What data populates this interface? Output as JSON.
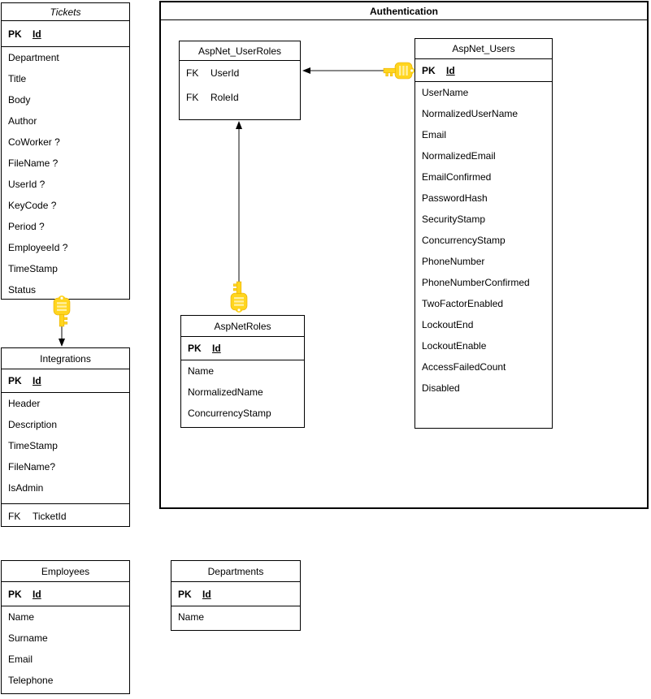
{
  "container": {
    "title": "Authentication"
  },
  "tables": {
    "tickets": {
      "title": "Tickets",
      "pk": {
        "label": "PK",
        "field": "Id"
      },
      "fields": [
        "Department",
        "Title",
        "Body",
        "Author",
        "CoWorker ?",
        "FileName ?",
        "UserId ?",
        "KeyCode ?",
        "Period ?",
        "EmployeeId ?",
        "TimeStamp",
        "Status"
      ]
    },
    "integrations": {
      "title": "Integrations",
      "pk": {
        "label": "PK",
        "field": "Id"
      },
      "fields": [
        "Header",
        "Description",
        "TimeStamp",
        "FileName?",
        "IsAdmin"
      ],
      "fk": {
        "label": "FK",
        "field": "TicketId"
      }
    },
    "employees": {
      "title": "Employees",
      "pk": {
        "label": "PK",
        "field": "Id"
      },
      "fields": [
        "Name",
        "Surname",
        "Email",
        "Telephone"
      ]
    },
    "departments": {
      "title": "Departments",
      "pk": {
        "label": "PK",
        "field": "Id"
      },
      "fields": [
        "Name"
      ]
    },
    "aspnet_userroles": {
      "title": "AspNet_UserRoles",
      "fks": [
        {
          "label": "FK",
          "field": "UserId"
        },
        {
          "label": "FK",
          "field": "RoleId"
        }
      ]
    },
    "aspnet_users": {
      "title": "AspNet_Users",
      "pk": {
        "label": "PK",
        "field": "Id"
      },
      "fields": [
        "UserName",
        "NormalizedUserName",
        "Email",
        "NormalizedEmail",
        "EmailConfirmed",
        "PasswordHash",
        "SecurityStamp",
        "ConcurrencyStamp",
        "PhoneNumber",
        "PhoneNumberConfirmed",
        "TwoFactorEnabled",
        "LockoutEnd",
        "LockoutEnable",
        "AccessFailedCount",
        "Disabled"
      ]
    },
    "aspnetroles": {
      "title": "AspNetRoles",
      "pk": {
        "label": "PK",
        "field": "Id"
      },
      "fields": [
        "Name",
        "NormalizedName",
        "ConcurrencyStamp"
      ]
    }
  },
  "relations": [
    {
      "from": "Tickets",
      "to": "Integrations"
    },
    {
      "from": "AspNet_Users",
      "to": "AspNet_UserRoles"
    },
    {
      "from": "AspNetRoles",
      "to": "AspNet_UserRoles"
    }
  ],
  "colors": {
    "background": "#ffffff",
    "border": "#000000",
    "line": "#424242",
    "arrowhead": "#000000",
    "key_fill": "#FFD51E",
    "key_stripe": "#FFF0A0",
    "key_shade": "#E8AE00",
    "key_hole": "#ffffff"
  }
}
